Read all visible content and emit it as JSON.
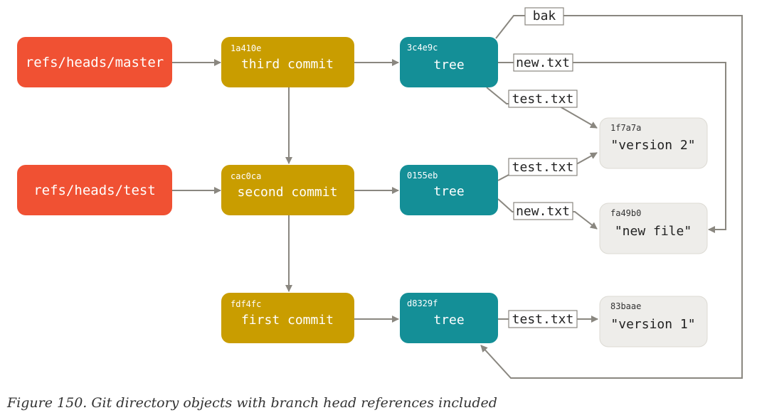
{
  "colors": {
    "ref": "#f05133",
    "commit": "#c99d00",
    "tree": "#148f97",
    "blob": "#eeedea",
    "blob_border": "#dcdad3",
    "arrow": "#8a8780",
    "label_border": "#8a8780"
  },
  "refs": {
    "master": "refs/heads/master",
    "test": "refs/heads/test"
  },
  "commits": [
    {
      "sha": "1a410e",
      "label": "third commit"
    },
    {
      "sha": "cac0ca",
      "label": "second commit"
    },
    {
      "sha": "fdf4fc",
      "label": "first commit"
    }
  ],
  "trees": [
    {
      "sha": "3c4e9c",
      "label": "tree"
    },
    {
      "sha": "0155eb",
      "label": "tree"
    },
    {
      "sha": "d8329f",
      "label": "tree"
    }
  ],
  "blobs": [
    {
      "sha": "1f7a7a",
      "label": "\"version 2\""
    },
    {
      "sha": "fa49b0",
      "label": "\"new file\""
    },
    {
      "sha": "83baae",
      "label": "\"version 1\""
    }
  ],
  "edge_labels": {
    "bak": "bak",
    "new_txt_1": "new.txt",
    "test_txt_1": "test.txt",
    "test_txt_2": "test.txt",
    "new_txt_2": "new.txt",
    "test_txt_3": "test.txt"
  },
  "caption": "Figure 150. Git directory objects with branch head references included"
}
